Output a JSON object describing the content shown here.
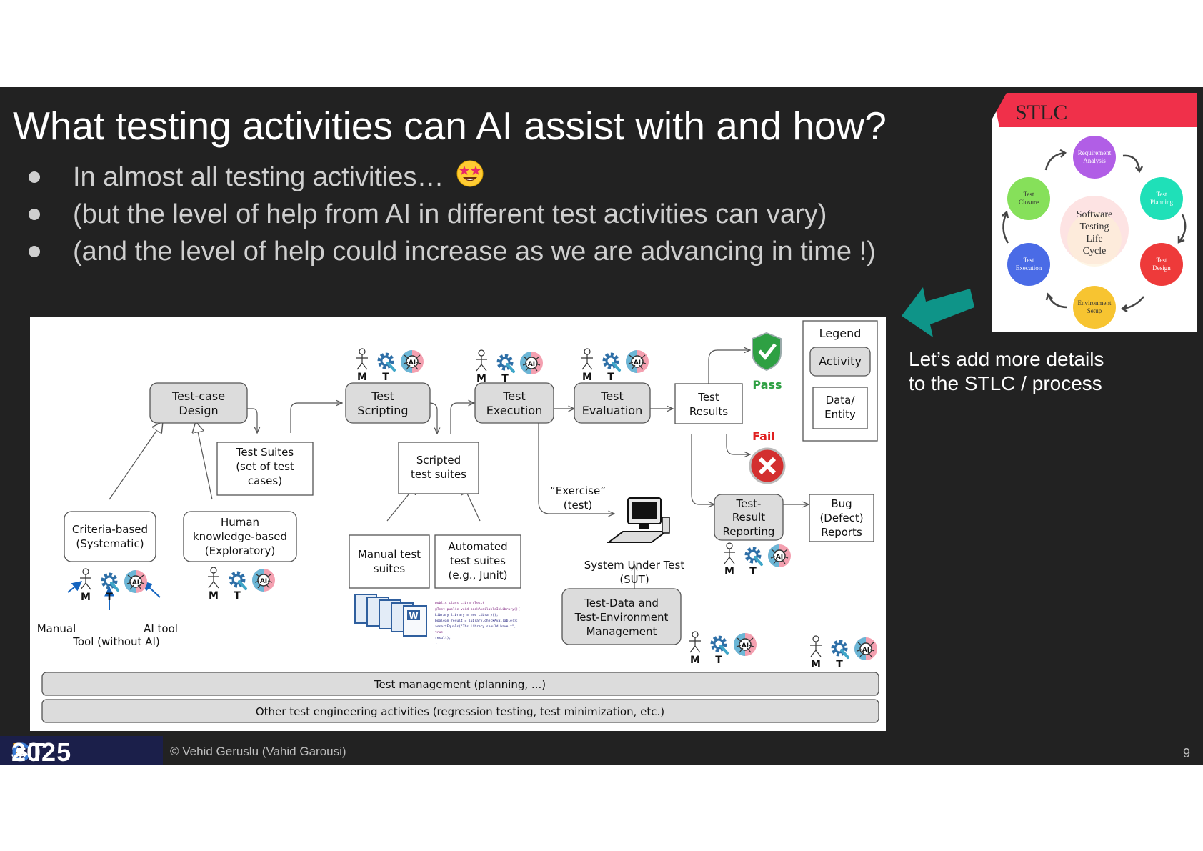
{
  "slide": {
    "title": "What testing activities can AI assist with and how?",
    "bullets": [
      "In almost all testing activities…",
      "(but the level of help from AI in different test activities can vary)",
      "(and the level of help could increase as we are advancing in time !)"
    ],
    "note_lines": [
      "Let’s add more details",
      "to the STLC / process"
    ],
    "footer": {
      "logo_hash": "#",
      "logo_i": "I",
      "logo_st": "ST",
      "logo_c": "C",
      "logo_year": " 2025",
      "copyright": "© Vehid Geruslu (Vahid Garousi)",
      "page_number": "9"
    }
  },
  "stlc": {
    "title": "STLC",
    "center_lines": [
      "Software",
      "Testing",
      "Life",
      "Cycle"
    ],
    "phases": [
      {
        "lines": [
          "Requirement",
          "Analysis"
        ],
        "color": "#b15ee6"
      },
      {
        "lines": [
          "Test",
          "Planning"
        ],
        "color": "#1fe0b8"
      },
      {
        "lines": [
          "Test",
          "Design"
        ],
        "color": "#ee3a3a"
      },
      {
        "lines": [
          "Environment",
          "Setup"
        ],
        "color": "#f7c431"
      },
      {
        "lines": [
          "Test",
          "Execution"
        ],
        "color": "#4a6be6"
      },
      {
        "lines": [
          "Test",
          "Closure"
        ],
        "color": "#86e05a"
      }
    ],
    "accent_color": "#f0304a"
  },
  "diagram": {
    "legend": {
      "title": "Legend",
      "activity": "Activity",
      "entity": [
        "Data/",
        "Entity"
      ]
    },
    "activities": {
      "test_case_design": [
        "Test-case",
        "Design"
      ],
      "test_scripting": [
        "Test",
        "Scripting"
      ],
      "test_execution": [
        "Test",
        "Execution"
      ],
      "test_evaluation": [
        "Test",
        "Evaluation"
      ],
      "test_result_reporting": [
        "Test-",
        "Result",
        "Reporting"
      ],
      "criteria_based": [
        "Criteria-based",
        "(Systematic)"
      ],
      "human_knowledge": [
        "Human",
        "knowledge-based",
        "(Exploratory)"
      ],
      "test_data_env": [
        "Test-Data and",
        "Test-Environment",
        "Management"
      ]
    },
    "entities": {
      "test_suites": [
        "Test Suites",
        "(set of test",
        "cases)"
      ],
      "scripted_suites": [
        "Scripted",
        "test suites"
      ],
      "manual_suites": [
        "Manual test",
        "suites"
      ],
      "automated_suites": [
        "Automated",
        "test suites",
        "(e.g., Junit)"
      ],
      "test_results": [
        "Test",
        "Results"
      ],
      "bug_reports": [
        "Bug",
        "(Defect)",
        "Reports"
      ]
    },
    "labels": {
      "pass": "Pass",
      "fail": "Fail",
      "exercise": [
        "“Exercise”",
        "(test)"
      ],
      "sut": [
        "System Under Test",
        "(SUT)"
      ],
      "manual": "Manual",
      "tool": "Tool (without AI)",
      "ai_tool": "AI tool",
      "m": "M",
      "t": "T",
      "ai": "AI"
    },
    "bars": {
      "management": "Test management (planning, ...)",
      "other": "Other test engineering activities (regression testing, test minimization, etc.)"
    },
    "code_lines": [
      "public class LibraryTest{",
      "  @Test public void bookAvailableInLibrary(){",
      "    Library library = new Library();",
      "    boolean result = library.checkAvailable();",
      "    assertEquals(\"Ths library should have t\",",
      "      true,",
      "      result);",
      "  }"
    ]
  }
}
